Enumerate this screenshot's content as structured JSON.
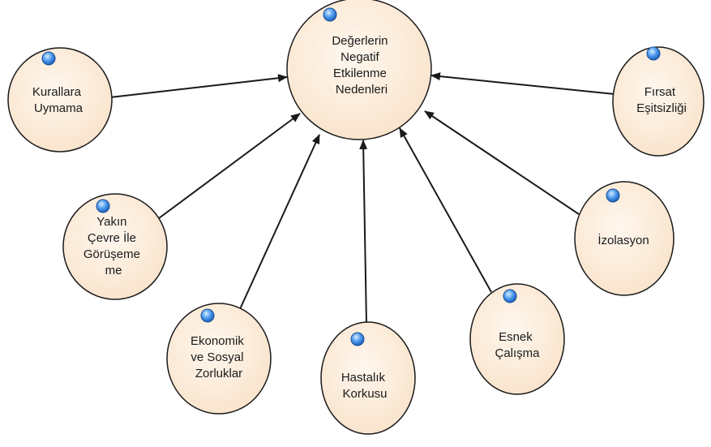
{
  "diagram": {
    "center": {
      "id": "center",
      "lines": [
        "Değerlerin",
        "Negatif",
        "Etkilenme",
        "Nedenleri"
      ]
    },
    "nodes": [
      {
        "id": "kurallara",
        "lines": [
          "Kurallara",
          "Uymama"
        ]
      },
      {
        "id": "firsat",
        "lines": [
          "Fırsat",
          "Eşitsizliği"
        ]
      },
      {
        "id": "yakin",
        "lines": [
          "Yakın",
          "Çevre İle",
          "Görüşeme",
          "me"
        ]
      },
      {
        "id": "izolasyon",
        "lines": [
          "İzolasyon"
        ]
      },
      {
        "id": "ekonomik",
        "lines": [
          "Ekonomik",
          "ve Sosyal",
          "Zorluklar"
        ]
      },
      {
        "id": "hastalik",
        "lines": [
          "Hastalık",
          "Korkusu"
        ]
      },
      {
        "id": "esnek",
        "lines": [
          "Esnek",
          "Çalışma"
        ]
      }
    ],
    "colors": {
      "node_fill": "#fbe9d6",
      "node_stroke": "#1a1a1a",
      "edge": "#1a1a1a",
      "marker_fill": "#3d8be6",
      "marker_stroke": "#1a4f96"
    }
  }
}
